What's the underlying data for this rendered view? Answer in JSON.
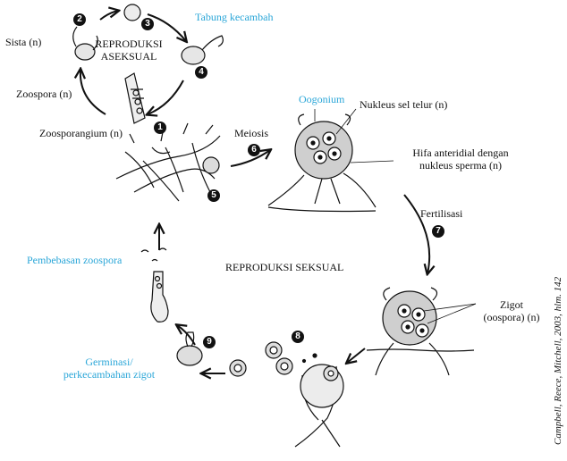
{
  "labels": {
    "tabung_kecambah": "Tabung kecambah",
    "sista": "Sista (n)",
    "reproduksi_aseksual": "REPRODUKSI\nASEKSUAL",
    "zoospora": "Zoospora (n)",
    "zoosporangium": "Zoosporangium (n)",
    "meiosis": "Meiosis",
    "oogonium": "Oogonium",
    "nukleus_sel_telur": "Nukleus sel telur (n)",
    "hifa_anteridial": "Hifa anteridial dengan\nnukleus sperma (n)",
    "fertilisasi": "Fertilisasi",
    "reproduksi_seksual": "REPRODUKSI SEKSUAL",
    "pembebasan_zoospora": "Pembebasan zoospora",
    "zigot": "Zigot\n(oospora) (n)",
    "germinasi": "Germinasi/\nperkecambahan zigot"
  },
  "steps": [
    "1",
    "2",
    "3",
    "4",
    "5",
    "6",
    "7",
    "8",
    "9"
  ],
  "citation": "Campbell, Reece, Mitchell, 2003, hlm. 142",
  "colors": {
    "highlight": "#2aa6d8",
    "ink": "#111111"
  }
}
